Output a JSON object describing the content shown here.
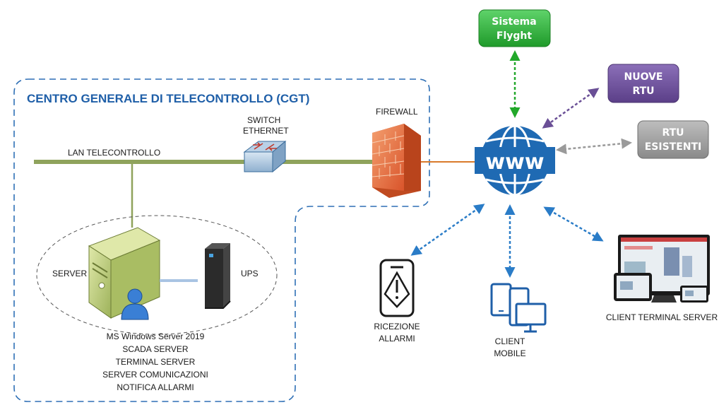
{
  "cgt": {
    "title": "CENTRO GENERALE DI TELECONTROLLO (CGT)"
  },
  "lan": {
    "label": "LAN TELECONTROLLO"
  },
  "switch": {
    "line1": "SWITCH",
    "line2": "ETHERNET"
  },
  "firewall": {
    "label": "FIREWALL"
  },
  "server": {
    "label": "SERVER"
  },
  "ups": {
    "label": "UPS"
  },
  "server_roles": [
    "MS Windows Server 2019",
    "SCADA SERVER",
    "TERMINAL SERVER",
    "SERVER COMUNICAZIONI",
    "NOTIFICA ALLARMI"
  ],
  "internet": {
    "text": "www"
  },
  "nodes": {
    "flyght": {
      "line1": "Sistema",
      "line2": "Flyght",
      "color": "#22a82a"
    },
    "nuove_rtu": {
      "line1": "NUOVE",
      "line2": "RTU",
      "color": "#6a4f96"
    },
    "rtu_esistenti": {
      "line1": "RTU",
      "line2": "ESISTENTI",
      "color": "#9a9a9a"
    }
  },
  "clients": {
    "ricezione": {
      "line1": "RICEZIONE",
      "line2": "ALLARMI"
    },
    "mobile": {
      "line1": "CLIENT",
      "line2": "MOBILE"
    },
    "terminal": {
      "label": "CLIENT TERMINAL SERVER"
    }
  },
  "colors": {
    "lan": "#8fa35c",
    "cgt_border": "#2e6fb5",
    "globe": "#1f6ab3",
    "firewall_link": "#d97a2b",
    "link_flyght": "#22a82a",
    "link_nuove": "#6a4f96",
    "link_esistenti": "#9a9a9a",
    "link_clients": "#2a7cc7"
  }
}
